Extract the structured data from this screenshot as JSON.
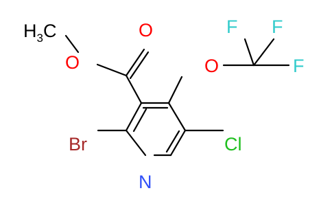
{
  "molecule": {
    "atoms": {
      "methyl": {
        "main": "H",
        "subscript": "3",
        "tail": "C"
      },
      "ester_o": "O",
      "carbonyl_o": "O",
      "ether_o": "O",
      "f_left": "F",
      "f_right": "F",
      "f_bottom": "F",
      "cl": "Cl",
      "br": "Br",
      "n": "N"
    },
    "colors": {
      "bond": "#000000",
      "oxygen": "#ff0000",
      "fluorine": "#33cccc",
      "chlorine": "#1fbf1f",
      "bromine": "#a62929",
      "nitrogen": "#3050f8",
      "carbon": "#000000"
    }
  }
}
